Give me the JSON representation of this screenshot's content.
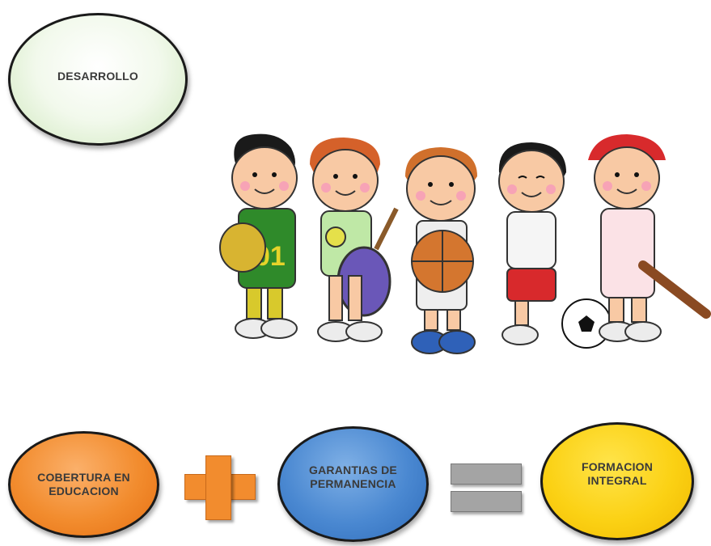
{
  "header": {
    "title": "DESARROLLO"
  },
  "equation": {
    "term1": "COBERTURA EN EDUCACION",
    "operator1": "+",
    "term2": "GARANTIAS DE PERMANENCIA",
    "operator2": "=",
    "result": "FORMACION INTEGRAL"
  },
  "illustration": {
    "jersey_number": "01"
  },
  "colors": {
    "desarrollo_fill": "#e8f4df",
    "orange": "#f28c2e",
    "blue": "#4a88d1",
    "yellow": "#fbd114",
    "equals_gray": "#a4a4a4"
  }
}
